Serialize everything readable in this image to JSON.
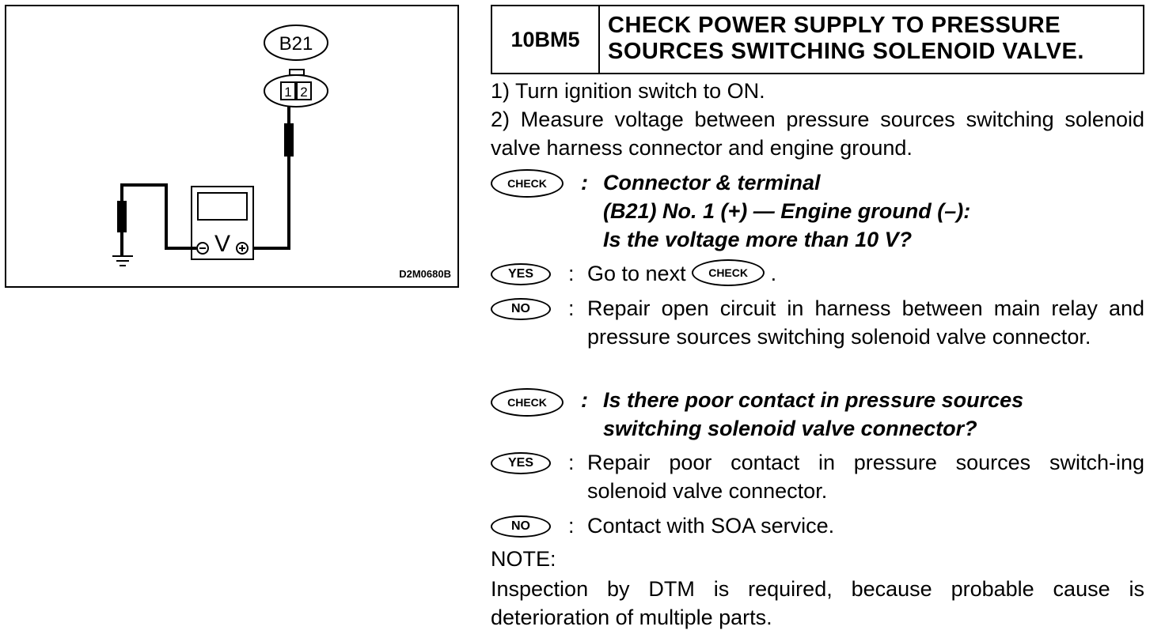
{
  "diagram": {
    "connector_label": "B21",
    "pin_1": "1",
    "pin_2": "2",
    "meter_symbol": "V",
    "figure_code": "D2M0680B"
  },
  "header": {
    "code": "10BM5",
    "title_line1": "CHECK POWER SUPPLY TO PRESSURE",
    "title_line2": "SOURCES SWITCHING SOLENOID VALVE."
  },
  "steps": {
    "step1": "1)  Turn ignition switch to ON.",
    "step2": "2)  Measure voltage between pressure sources switching solenoid valve harness connector and engine ground."
  },
  "badges": {
    "check": "CHECK",
    "yes": "YES",
    "no": "NO"
  },
  "check1": {
    "colon": ":",
    "line1": "Connector & terminal",
    "line2": "(B21) No. 1 (+) — Engine ground (–):",
    "line3": "Is the voltage more than 10 V?"
  },
  "yes1": {
    "colon": ":",
    "text_prefix": "Go to next",
    "text_suffix": "."
  },
  "no1": {
    "colon": ":",
    "text": "Repair open circuit in harness between main relay and pressure sources switching solenoid valve connector."
  },
  "check2": {
    "colon": ":",
    "line1": "Is there poor contact in pressure sources",
    "line2": "switching solenoid valve connector?"
  },
  "yes2": {
    "colon": ":",
    "text": "Repair poor contact in pressure sources switch-ing solenoid valve connector."
  },
  "no2": {
    "colon": ":",
    "text": "Contact with SOA service."
  },
  "note": {
    "label": "NOTE:",
    "text": "Inspection by DTM is required, because probable cause is deterioration of multiple parts."
  }
}
